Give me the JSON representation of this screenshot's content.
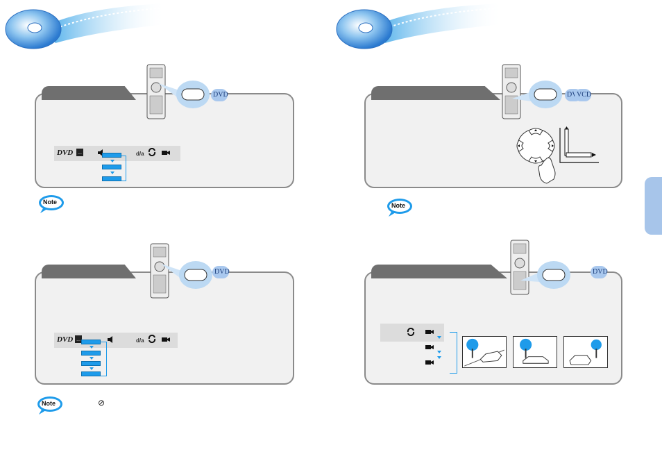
{
  "left_page": {
    "panel_top": {
      "tab_label": "",
      "badge": "DVD",
      "osd_dvd_logo": "DVD",
      "osd_title_icon": "...",
      "osd_icons": [
        "audio-icon",
        "angle-icon",
        "repeat-icon",
        "camera-icon"
      ]
    },
    "panel_bottom": {
      "tab_label": "",
      "badge": "DVD",
      "osd_dvd_logo": "DVD",
      "osd_title_icon": "...",
      "osd_icons": [
        "audio-icon",
        "angle-icon",
        "repeat-icon",
        "camera-icon"
      ]
    },
    "note_top": {
      "label": "Note",
      "text": ""
    },
    "note_bottom": {
      "label": "Note",
      "text": "⊘"
    }
  },
  "right_page": {
    "panel_top": {
      "tab_label": "",
      "badges": [
        "DVD",
        "VCD"
      ]
    },
    "panel_bottom": {
      "tab_label": "",
      "badge": "DVD"
    },
    "note_top": {
      "label": "Note",
      "text": ""
    }
  },
  "colors": {
    "accent_blue": "#1e9bea",
    "badge_blue": "#a9c8ee",
    "tab_gray": "#6f6f6f",
    "panel_bg": "#f1f1f1"
  }
}
